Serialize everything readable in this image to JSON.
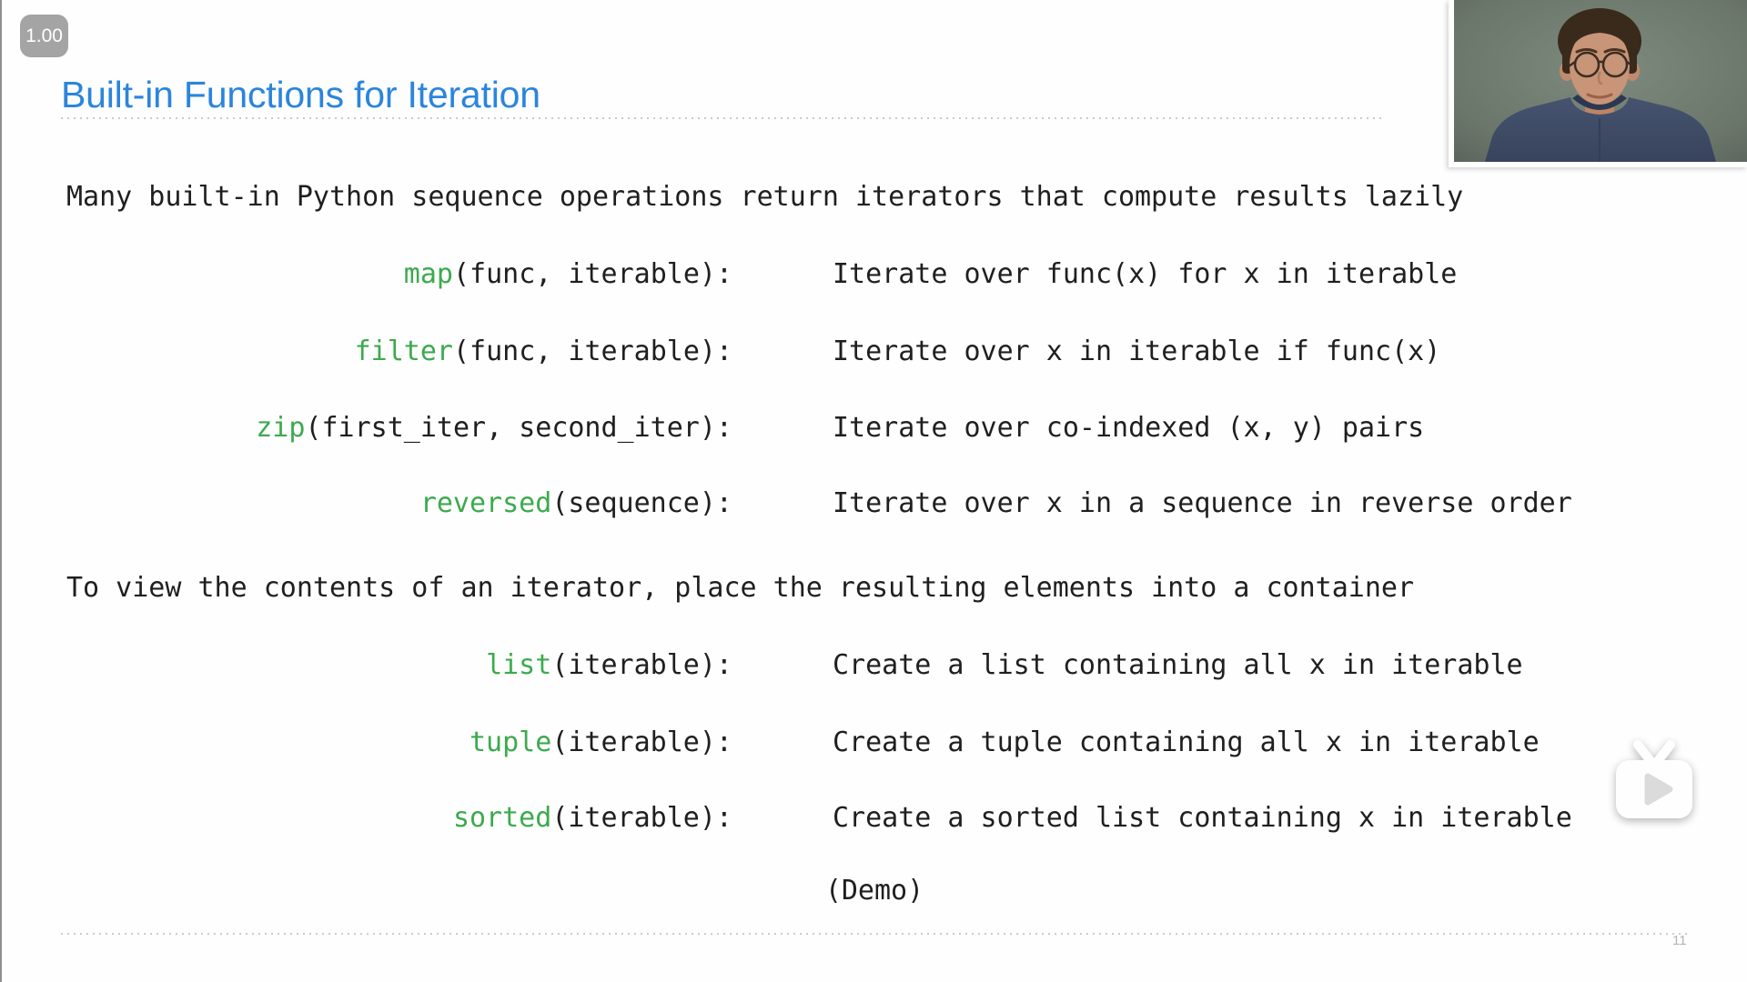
{
  "player": {
    "speed_badge": "1.00",
    "page_number": "11"
  },
  "colors": {
    "title_blue": "#2b85dc",
    "function_green": "#3caa4e",
    "body_text": "#1f1f1f",
    "badge_gray": "#a4a4a4",
    "page_number_gray": "#b5b5b5"
  },
  "slide": {
    "title": "Built-in Functions for Iteration",
    "intro_lazy": "Many built-in Python sequence operations return iterators that compute results lazily",
    "lazy_functions": [
      {
        "name": "map",
        "args": "(func, iterable):",
        "desc": "Iterate over func(x) for x in iterable"
      },
      {
        "name": "filter",
        "args": "(func, iterable):",
        "desc": "Iterate over x in iterable if func(x)"
      },
      {
        "name": "zip",
        "args": "(first_iter, second_iter):",
        "desc": "Iterate over co-indexed (x, y) pairs"
      },
      {
        "name": "reversed",
        "args": "(sequence):",
        "desc": "Iterate over x in a sequence in reverse order"
      }
    ],
    "intro_container": "To view the contents of an iterator, place the resulting elements into a container",
    "container_functions": [
      {
        "name": "list",
        "args": "(iterable):",
        "desc": "Create a list containing all x in iterable"
      },
      {
        "name": "tuple",
        "args": "(iterable):",
        "desc": "Create a tuple containing all x in iterable"
      },
      {
        "name": "sorted",
        "args": "(iterable):",
        "desc": "Create a sorted list containing x in iterable"
      }
    ],
    "demo_label": "(Demo)"
  }
}
